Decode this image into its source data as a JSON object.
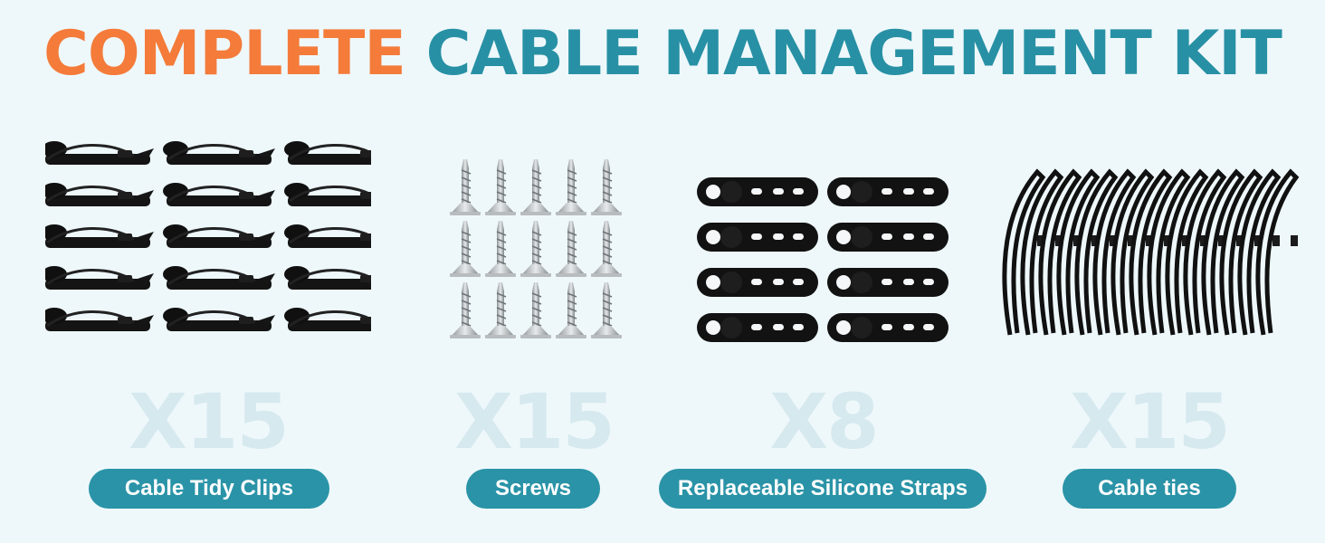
{
  "title": {
    "word1": "COMPLETE",
    "word2": "CABLE MANAGEMENT KIT"
  },
  "colors": {
    "accent_orange": "#f47b3a",
    "accent_teal": "#2890a4",
    "pill": "#2a93a7",
    "count": "#d6e9ee",
    "background": "#eef8fb"
  },
  "items": [
    {
      "count": "X15",
      "label": "Cable Tidy Clips",
      "icon": "cable-clip-icon"
    },
    {
      "count": "X15",
      "label": "Screws",
      "icon": "screw-icon"
    },
    {
      "count": "X8",
      "label": "Replaceable Silicone Straps",
      "icon": "silicone-strap-icon"
    },
    {
      "count": "X15",
      "label": "Cable ties",
      "icon": "cable-tie-icon"
    }
  ]
}
